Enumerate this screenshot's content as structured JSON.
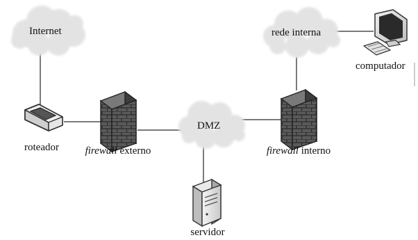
{
  "nodes": {
    "internet": {
      "label": "Internet"
    },
    "rede_interna": {
      "label": "rede interna"
    },
    "dmz": {
      "label": "DMZ"
    },
    "roteador": {
      "label": "roteador"
    },
    "firewall_externo": {
      "label_italic": "firewall",
      "label_rest": " externo"
    },
    "firewall_interno": {
      "label_italic": "firewall",
      "label_rest": " interno"
    },
    "servidor": {
      "label": "servidor"
    },
    "computador": {
      "label": "computador"
    }
  },
  "links": [
    [
      "internet",
      "roteador"
    ],
    [
      "roteador",
      "firewall_externo"
    ],
    [
      "firewall_externo",
      "dmz"
    ],
    [
      "dmz",
      "firewall_interno"
    ],
    [
      "dmz",
      "servidor"
    ],
    [
      "firewall_interno",
      "rede_interna"
    ],
    [
      "rede_interna",
      "computador"
    ]
  ],
  "colors": {
    "line": "#7a7a7a",
    "cloud": "#e3e3e3",
    "device_dark": "#555555"
  },
  "icons": {
    "internet": "cloud-icon",
    "rede_interna": "cloud-icon",
    "dmz": "cloud-icon",
    "roteador": "router-icon",
    "firewall_externo": "firewall-icon",
    "firewall_interno": "firewall-icon",
    "servidor": "server-icon",
    "computador": "computer-icon"
  }
}
